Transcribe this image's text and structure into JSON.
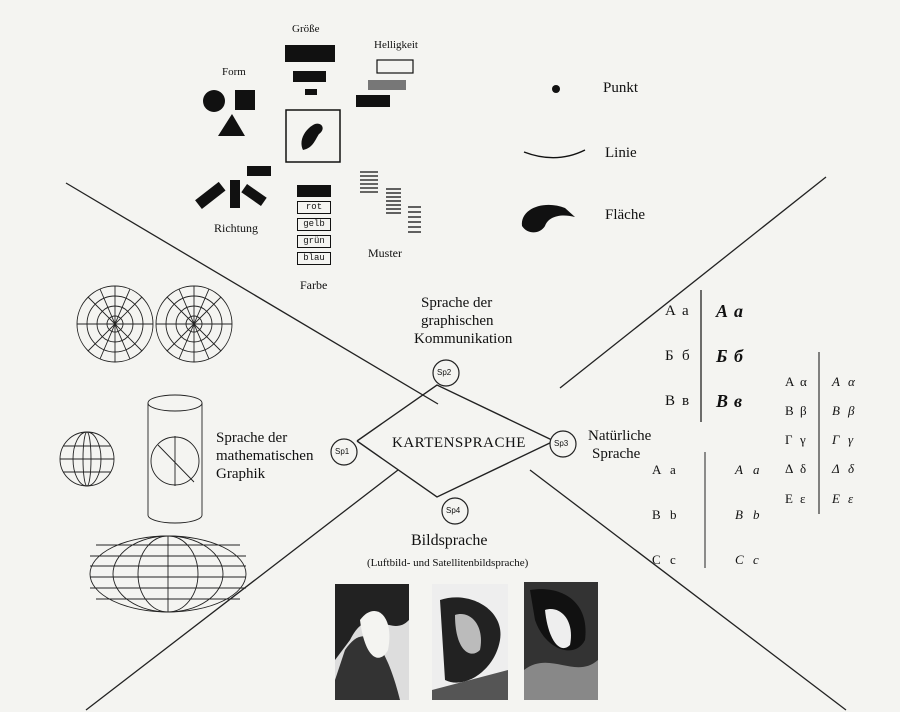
{
  "center": {
    "title": "KARTENSPRACHE",
    "nodes": {
      "sp1": "Sp1",
      "sp2": "Sp2",
      "sp3": "Sp3",
      "sp4": "Sp4"
    }
  },
  "quadrants": {
    "graphic": {
      "label_lines": [
        "Sprache der",
        "graphischen",
        "Kommunikation"
      ]
    },
    "natural": {
      "label_lines": [
        "Natürliche",
        "Sprache"
      ]
    },
    "image": {
      "label": "Bildsprache",
      "sublabel": "(Luftbild- und Satellitenbildsprache)"
    },
    "math": {
      "label_lines": [
        "Sprache der",
        "mathematischen",
        "Graphik"
      ]
    }
  },
  "variables": {
    "groesse": "Größe",
    "helligkeit": "Helligkeit",
    "form": "Form",
    "richtung": "Richtung",
    "farbe": "Farbe",
    "muster": "Muster",
    "colors": [
      "rot",
      "gelb",
      "grün",
      "blau"
    ]
  },
  "primitives": {
    "punkt": "Punkt",
    "linie": "Linie",
    "flaeche": "Fläche"
  },
  "alphabets": {
    "cyrillic": [
      [
        "А",
        "а",
        "А",
        "а"
      ],
      [
        "Б",
        "б",
        "Б",
        "б"
      ],
      [
        "В",
        "в",
        "В",
        "в"
      ]
    ],
    "greek": [
      [
        "Α",
        "α",
        "Α",
        "α"
      ],
      [
        "Β",
        "β",
        "Β",
        "β"
      ],
      [
        "Γ",
        "γ",
        "Γ",
        "γ"
      ],
      [
        "Δ",
        "δ",
        "Δ",
        "δ"
      ],
      [
        "Ε",
        "ε",
        "Ε",
        "ε"
      ]
    ],
    "latin": [
      [
        "A",
        "a",
        "A",
        "a"
      ],
      [
        "B",
        "b",
        "B",
        "b"
      ],
      [
        "C",
        "c",
        "C",
        "c"
      ]
    ]
  }
}
